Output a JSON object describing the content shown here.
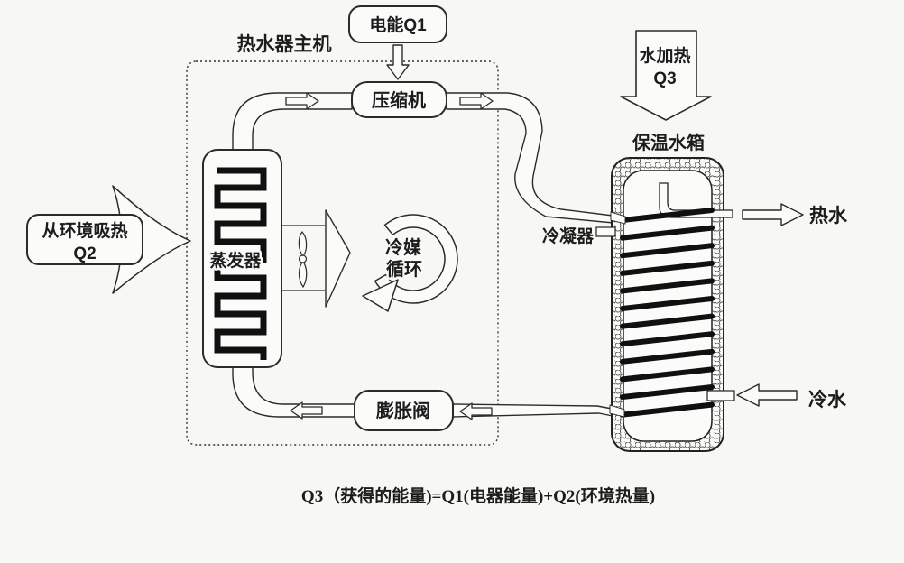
{
  "diagram": {
    "main_unit_label": "热水器主机",
    "electric_energy_label": "电能Q1",
    "compressor_label": "压缩机",
    "evaporator_label": "蒸发器",
    "refrigerant_cycle_line1": "冷媒",
    "refrigerant_cycle_line2": "循环",
    "expansion_valve_label": "膨胀阀",
    "env_heat_label": "从环境吸热",
    "env_heat_symbol": "Q2",
    "water_heating_label": "水加热",
    "water_heating_symbol": "Q3",
    "tank_label": "保温水箱",
    "condenser_label": "冷凝器",
    "hot_water_label": "热水",
    "cold_water_label": "冷水",
    "formula": "Q3（获得的能量)=Q1(电器能量)+Q2(环境热量)",
    "colors": {
      "line": "#2b2b2b",
      "coil": "#101010",
      "background": "#f7f7f4"
    }
  }
}
